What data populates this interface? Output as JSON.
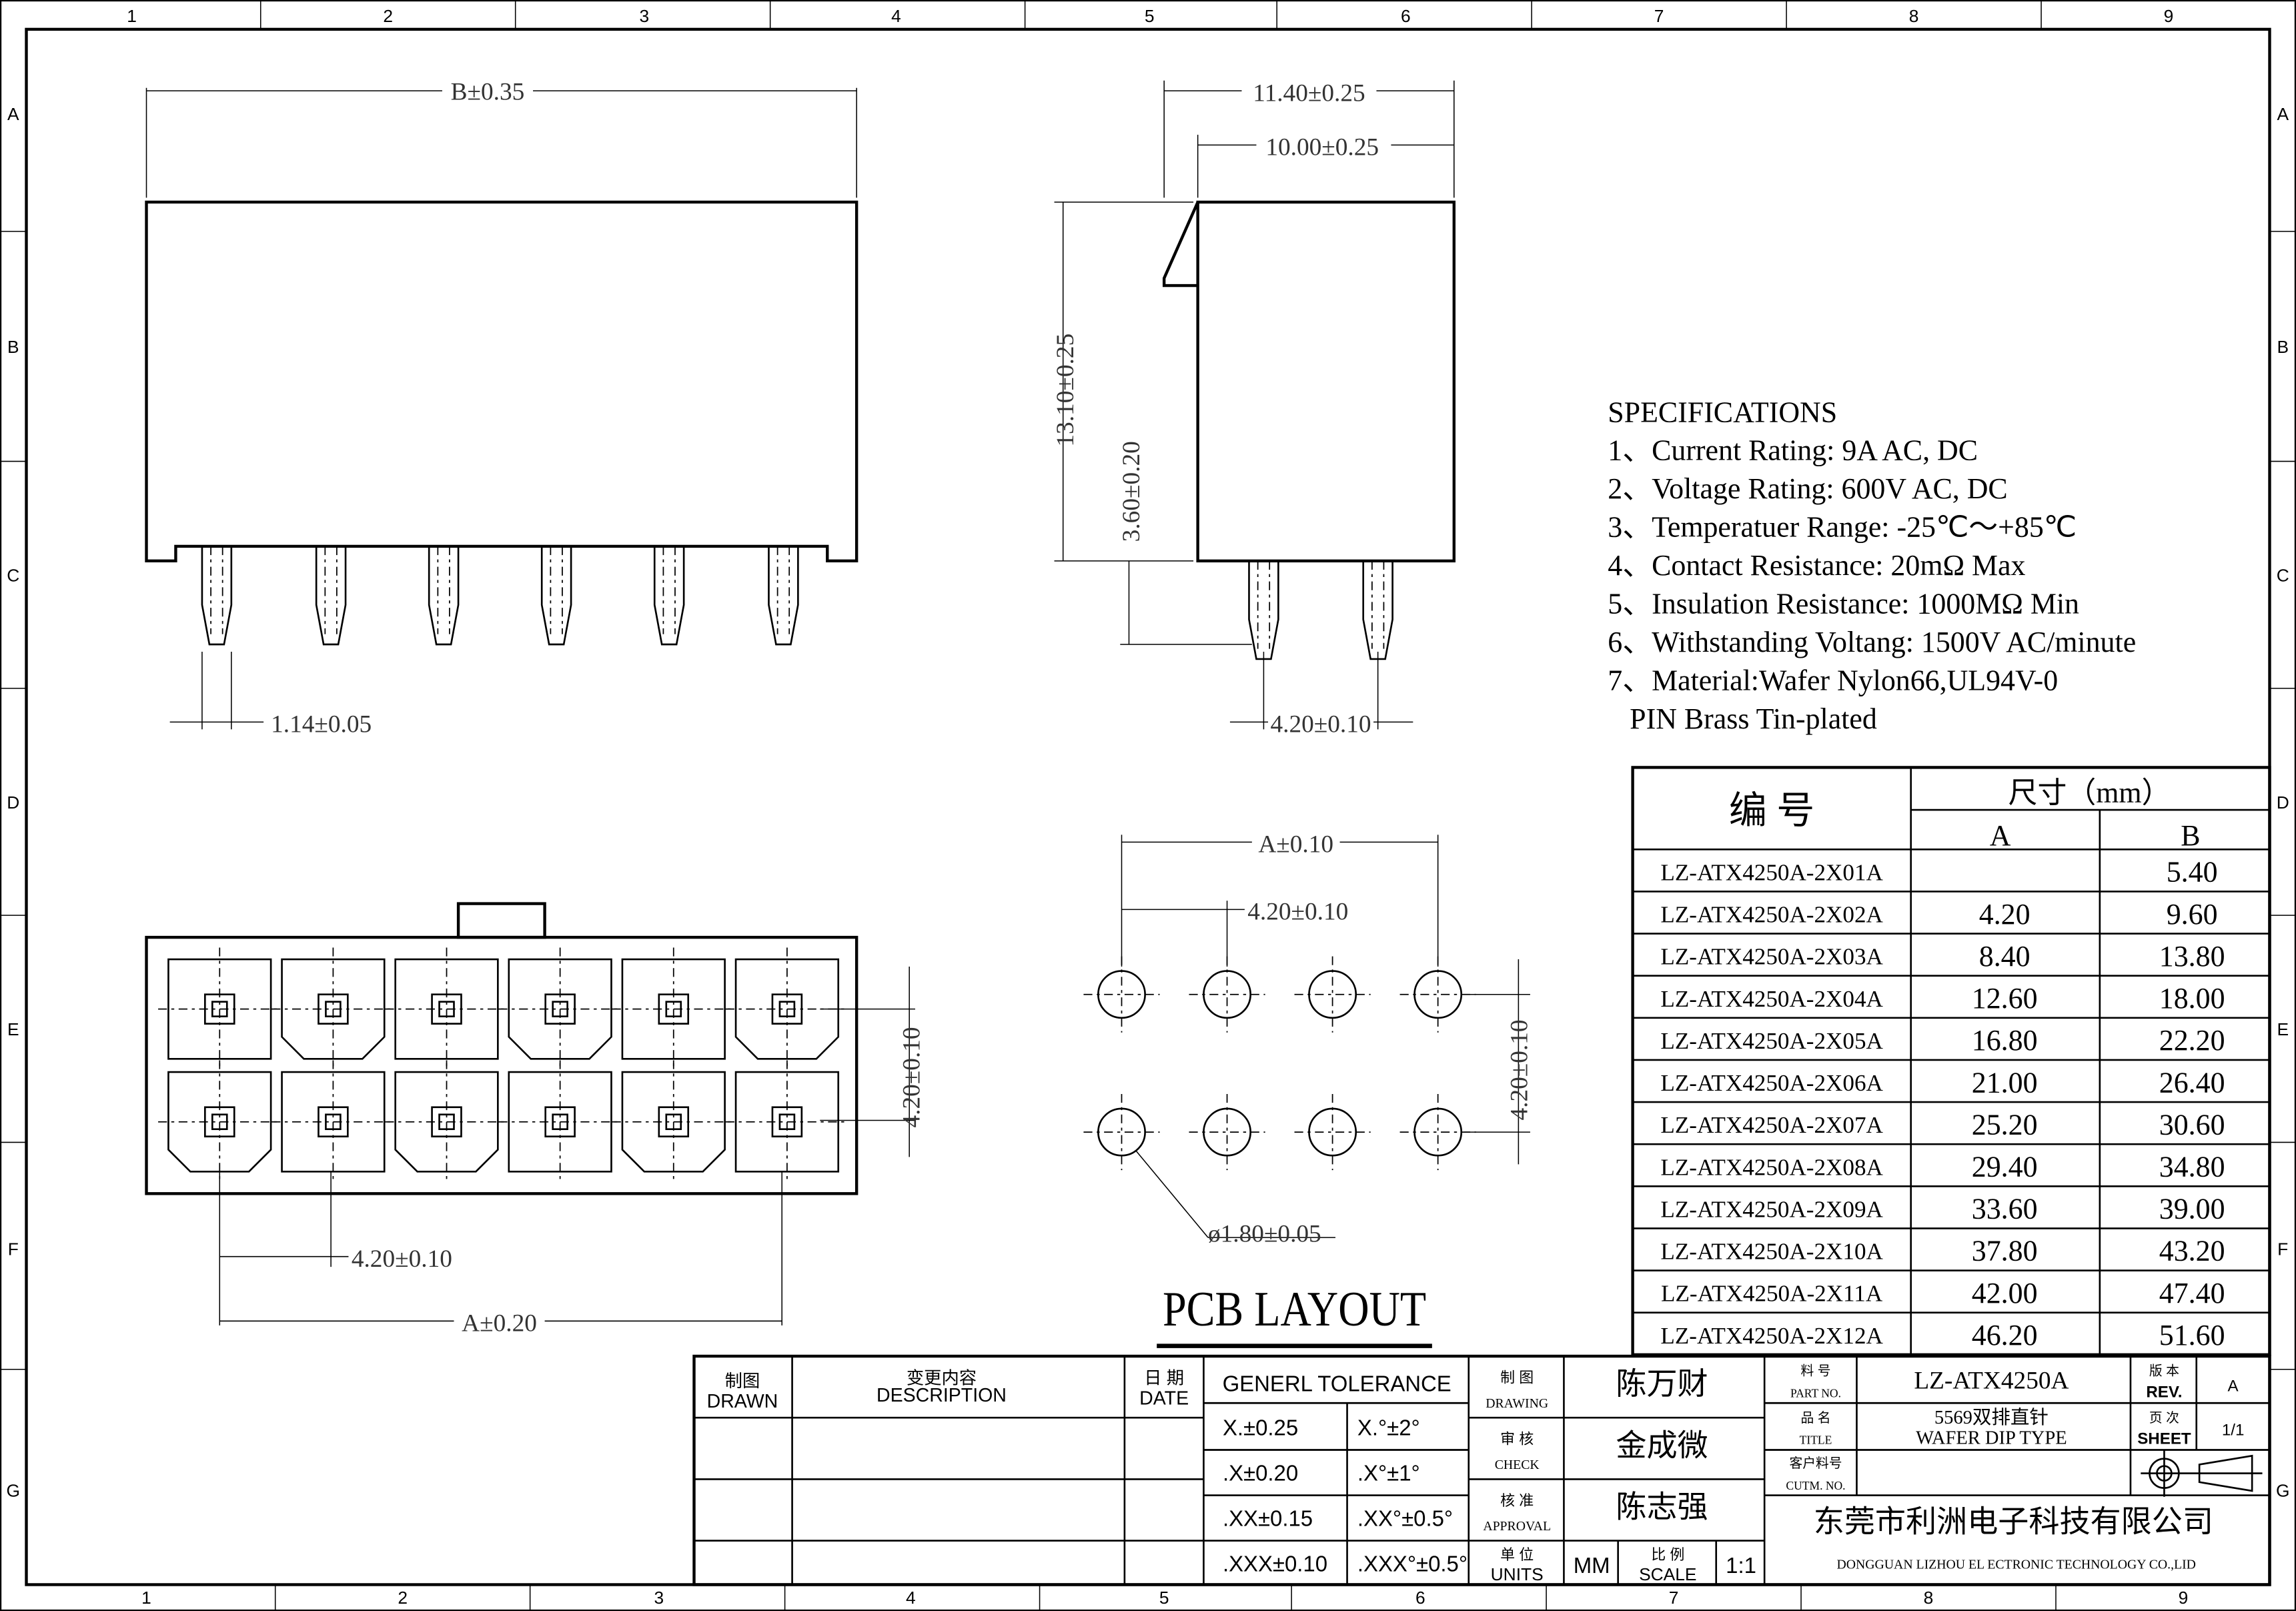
{
  "grid": {
    "columns": [
      "1",
      "2",
      "3",
      "4",
      "5",
      "6",
      "7",
      "8",
      "9"
    ],
    "rows": [
      "A",
      "B",
      "C",
      "D",
      "E",
      "F",
      "G"
    ]
  },
  "dims": {
    "front_width": "B±0.35",
    "pin_width": "1.14±0.05",
    "side_width": "11.40±0.25",
    "side_inner": "10.00±0.25",
    "side_height": "13.10±0.25",
    "pin_length": "3.60±0.20",
    "side_pitch": "4.20±0.10",
    "bottom_row_pitch": "4.20±0.10",
    "bottom_pitch": "4.20±0.10",
    "bottom_total": "A±0.20",
    "pcb_total": "A±0.10",
    "pcb_pitch": "4.20±0.10",
    "pcb_row_pitch": "4.20±0.10",
    "pcb_hole": "ø1.80±0.05"
  },
  "pcb_layout_title": "PCB LAYOUT",
  "specifications": {
    "title": "SPECIFICATIONS",
    "lines": [
      "1、Current Rating: 9A AC, DC",
      "2、Voltage Rating: 600V AC, DC",
      "3、Temperatuer Range: -25℃～+85℃",
      "4、Contact Resistance: 20mΩ Max",
      "5、Insulation Resistance: 1000MΩ Min",
      "6、Withstanding Voltang: 1500V AC/minute",
      "7、Material:Wafer Nylon66,UL94V-0",
      "   PIN Brass Tin-plated"
    ]
  },
  "size_table": {
    "col_part": "编  号",
    "col_size": "尺寸（mm）",
    "col_a": "A",
    "col_b": "B",
    "rows": [
      {
        "part": "LZ-ATX4250A-2X01A",
        "a": "",
        "b": "5.40"
      },
      {
        "part": "LZ-ATX4250A-2X02A",
        "a": "4.20",
        "b": "9.60"
      },
      {
        "part": "LZ-ATX4250A-2X03A",
        "a": "8.40",
        "b": "13.80"
      },
      {
        "part": "LZ-ATX4250A-2X04A",
        "a": "12.60",
        "b": "18.00"
      },
      {
        "part": "LZ-ATX4250A-2X05A",
        "a": "16.80",
        "b": "22.20"
      },
      {
        "part": "LZ-ATX4250A-2X06A",
        "a": "21.00",
        "b": "26.40"
      },
      {
        "part": "LZ-ATX4250A-2X07A",
        "a": "25.20",
        "b": "30.60"
      },
      {
        "part": "LZ-ATX4250A-2X08A",
        "a": "29.40",
        "b": "34.80"
      },
      {
        "part": "LZ-ATX4250A-2X09A",
        "a": "33.60",
        "b": "39.00"
      },
      {
        "part": "LZ-ATX4250A-2X10A",
        "a": "37.80",
        "b": "43.20"
      },
      {
        "part": "LZ-ATX4250A-2X11A",
        "a": "42.00",
        "b": "47.40"
      },
      {
        "part": "LZ-ATX4250A-2X12A",
        "a": "46.20",
        "b": "51.60"
      }
    ]
  },
  "title_block": {
    "drawn_cn": "制图",
    "drawn_en": "DRAWN",
    "desc_cn": "变更内容",
    "desc_en": "DESCRIPTION",
    "date_cn": "日 期",
    "date_en": "DATE",
    "tolerance_title": "GENERL  TOLERANCE",
    "tolerances": [
      [
        "X.±0.25",
        "X.°±2°"
      ],
      [
        ".X±0.20",
        ".X°±1°"
      ],
      [
        ".XX±0.15",
        ".XX°±0.5°"
      ],
      [
        ".XXX±0.10",
        ".XXX°±0.5°"
      ]
    ],
    "drawing_cn": "制  图",
    "drawing_en": "DRAWING",
    "drawing_name": "陈万财",
    "check_cn": "审  核",
    "check_en": "CHECK",
    "check_name": "金成微",
    "approval_cn": "核  准",
    "approval_en": "APPROVAL",
    "approval_name": "陈志强",
    "units_cn": "单 位",
    "units_en": "UNITS",
    "units_value": "MM",
    "scale_cn": "比 例",
    "scale_en": "SCALE",
    "scale_value": "1:1",
    "part_no_cn": "料  号",
    "part_no_en": "PART NO.",
    "part_no": "LZ-ATX4250A",
    "rev_cn": "版 本",
    "rev_en": "REV.",
    "rev": "A",
    "title_cn": "品  名",
    "title_en": "TITLE",
    "title_line1": "5569双排直针",
    "title_line2": "WAFER DIP TYPE",
    "sheet_cn": "页 次",
    "sheet_en": "SHEET",
    "sheet": "1/1",
    "cust_cn": "客户料号",
    "cust_en": "CUTM. NO.",
    "company_cn": "东莞市利洲电子科技有限公司",
    "company_en": "DONGGUAN LIZHOU EL ECTRONIC TECHNOLOGY CO.,LID"
  }
}
